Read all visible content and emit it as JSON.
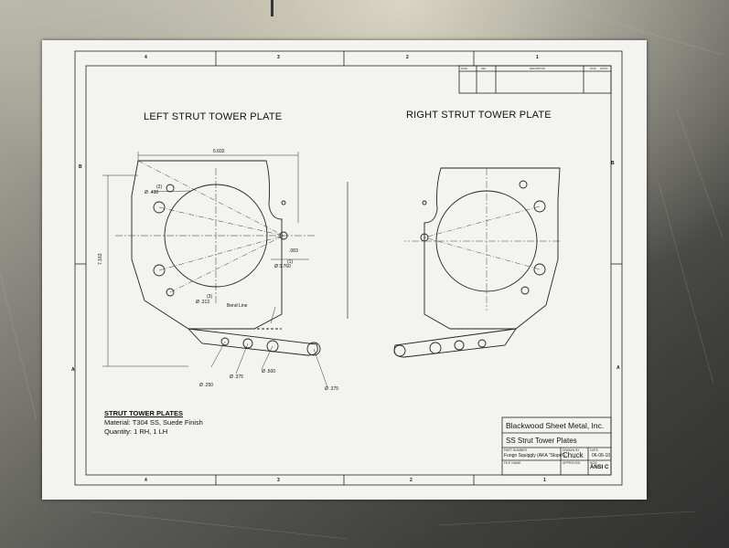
{
  "sheet": {
    "zones_top": [
      "4",
      "3",
      "2",
      "1"
    ],
    "zones_bottom": [
      "4",
      "3",
      "2",
      "1"
    ],
    "zones_left": [
      "B",
      "A"
    ],
    "zones_right": [
      "B",
      "A"
    ],
    "revision_headers": [
      "ZONE",
      "REV",
      "DESCRIPTION",
      "DATE",
      "APPVD"
    ]
  },
  "views": {
    "left_title": "LEFT STRUT TOWER PLATE",
    "right_title": "RIGHT STRUT TOWER PLATE"
  },
  "dimensions": {
    "width": "6.692",
    "height": "7.163",
    "hole_count_1": "(2)",
    "hole_1": "Ø .438",
    "offset": ".083",
    "big_hole_count": "(1)",
    "big_hole": "Ø 3.760",
    "hole_count_2": "(3)",
    "hole_2": "Ø .313",
    "bend_line": "Bend Line",
    "hole_a": "Ø .250",
    "hole_b": "Ø .375",
    "hole_c": "Ø .500",
    "hole_d": "Ø .375"
  },
  "notes": {
    "heading": "STRUT TOWER PLATES",
    "material": "Material: T304 SS, Suede Finish",
    "quantity": "Quantity: 1 RH, 1 LH"
  },
  "title_block": {
    "company": "Blackwood Sheet Metal, Inc.",
    "title": "SS Strut Tower Plates",
    "part_number_label": "PART NUMBER",
    "part_number": "Fungo Squiggly (AKA \"Slope\")",
    "drawn_by_label": "DRAWN BY",
    "drawn_by": "Chuck",
    "date_label": "DATE",
    "date": "06-06-10",
    "file_name_label": "FILE NAME",
    "approved_label": "APPROVED",
    "size_label": "SIZE",
    "size": "ANSI C"
  }
}
